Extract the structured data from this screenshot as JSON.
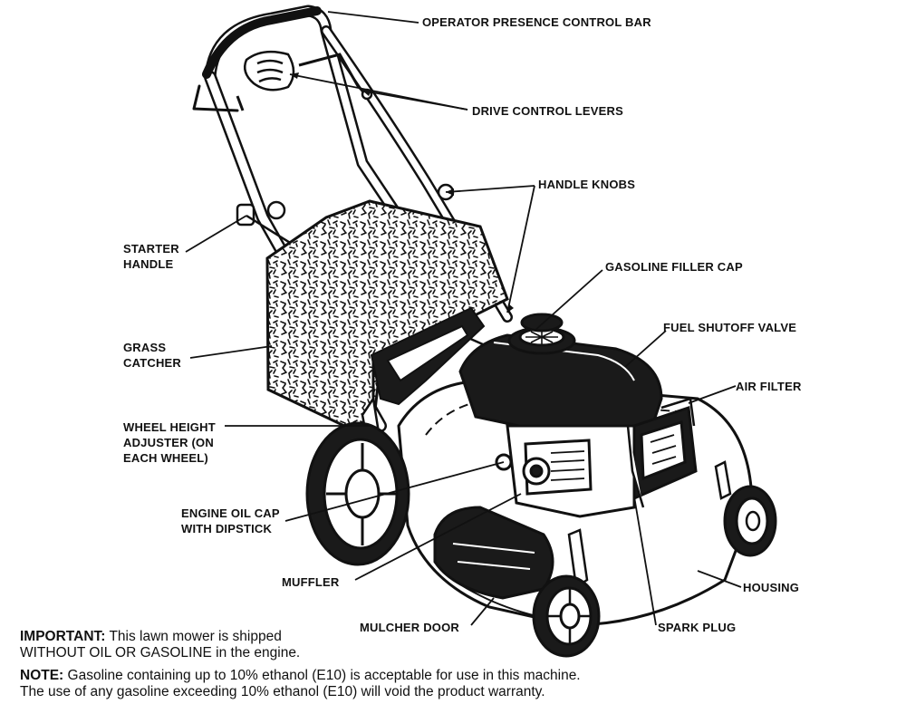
{
  "labels": {
    "operator_presence_control_bar": "OPERATOR PRESENCE CONTROL BAR",
    "drive_control_levers": "DRIVE CONTROL LEVERS",
    "handle_knobs": "HANDLE KNOBS",
    "starter_handle_line1": "STARTER",
    "starter_handle_line2": "HANDLE",
    "gasoline_filler_cap": "GASOLINE FILLER CAP",
    "fuel_shutoff_valve": "FUEL SHUTOFF VALVE",
    "grass_catcher_line1": "GRASS",
    "grass_catcher_line2": "CATCHER",
    "air_filter": "AIR FILTER",
    "wheel_height_line1": "WHEEL HEIGHT",
    "wheel_height_line2": "ADJUSTER (ON",
    "wheel_height_line3": "EACH WHEEL)",
    "engine_oil_cap_line1": "ENGINE OIL CAP",
    "engine_oil_cap_line2": "WITH DIPSTICK",
    "muffler": "MUFFLER",
    "housing": "HOUSING",
    "mulcher_door": "MULCHER DOOR",
    "spark_plug": "SPARK PLUG"
  },
  "notes": {
    "important_label": "IMPORTANT:",
    "important_text_1": " This lawn mower is shipped",
    "important_text_2": "WITHOUT OIL OR GASOLINE in the engine.",
    "note_label": "NOTE:",
    "note_text_1": " Gasoline containing up to 10% ethanol (E10) is acceptable for use in this machine.",
    "note_text_2": "The use of any gasoline exceeding 10% ethanol (E10) will void the product warranty."
  }
}
